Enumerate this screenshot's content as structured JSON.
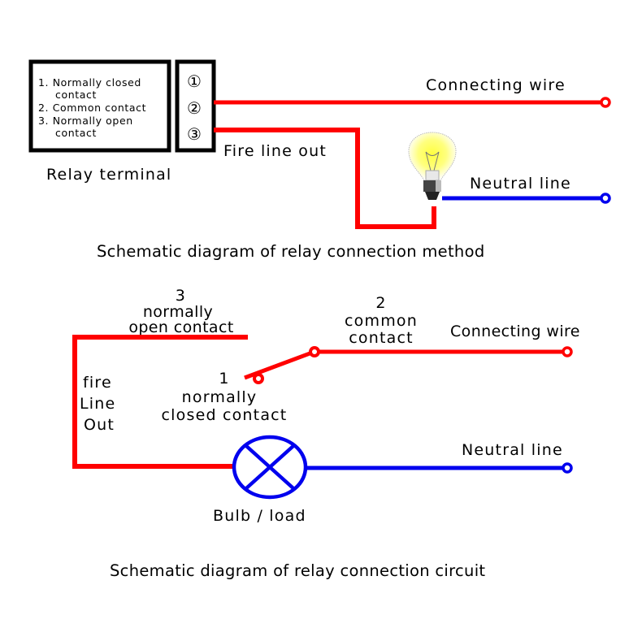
{
  "colors": {
    "live_wire": "#ff0000",
    "neutral_wire": "#0000ee",
    "text": "#000000",
    "background": "#ffffff"
  },
  "top_diagram": {
    "legend_box": {
      "lines": [
        "1. Normally closed",
        "   contact",
        "2. Common contact",
        "3. Normally open",
        "   contact"
      ]
    },
    "terminals": [
      "①",
      "②",
      "③"
    ],
    "relay_terminal_label": "Relay terminal",
    "connecting_wire_label": "Connecting wire",
    "fire_line_out_label": "Fire line out",
    "neutral_line_label": "Neutral line",
    "bulb_icon": "light-bulb-icon",
    "caption": "Schematic diagram of relay connection method"
  },
  "bottom_diagram": {
    "nc_contact": {
      "number": "1",
      "line1": "normally",
      "line2": "closed contact"
    },
    "common_contact": {
      "number": "2",
      "line1": "common",
      "line2": "contact"
    },
    "no_contact": {
      "number": "3",
      "line1": "normally",
      "line2": "open contact"
    },
    "fire_line": [
      "fire",
      "Line",
      "Out"
    ],
    "connecting_wire_label": "Connecting wire",
    "neutral_line_label": "Neutral line",
    "load_label": "Bulb / load",
    "caption": "Schematic diagram of relay connection circuit"
  }
}
